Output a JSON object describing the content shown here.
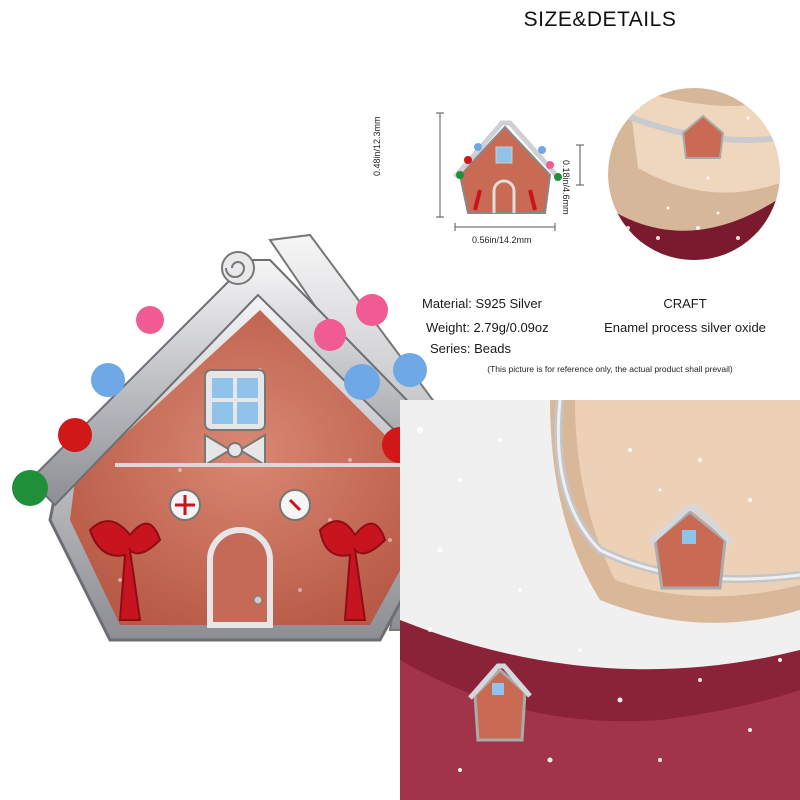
{
  "header": {
    "title": "SIZE&DETAILS"
  },
  "dimensions": {
    "height": "0.48in/12.3mm",
    "depth": "0.18in/4.6mm",
    "width": "0.56in/14.2mm"
  },
  "specs": {
    "material_label": "Material:",
    "material_value": "S925 Silver",
    "weight_label": "Weight:",
    "weight_value": "2.79g/0.09oz",
    "series_label": "Series:",
    "series_value": "Beads"
  },
  "craft": {
    "title": "CRAFT",
    "value": "Enamel process silver oxide"
  },
  "disclaimer": "(This picture is for reference only, the actual product shall prevail)",
  "colors": {
    "enamel_brown": "#c96a55",
    "silver": "#d9d9dc",
    "bow_red": "#c8141e",
    "window_blue": "#8fc3ea",
    "light_pink": "#ef5b92",
    "light_blue": "#6fa8e6",
    "light_red": "#d01818",
    "light_green": "#1f8f3a"
  }
}
